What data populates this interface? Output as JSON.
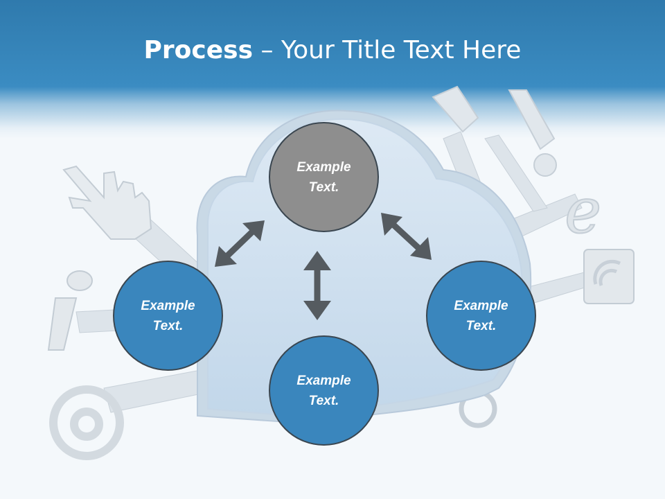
{
  "slide": {
    "title_bold": "Process",
    "title_rest": " – Your Title Text Here",
    "nodes": {
      "top": "Example Text.",
      "left": "Example Text.",
      "right": "Example Text.",
      "bottom": "Example Text."
    }
  },
  "colors": {
    "header": "#3b8cc2",
    "node_blue": "#3a86bd",
    "node_gray": "#8e8e8e",
    "arrow": "#555b60"
  },
  "icons": [
    "cloud-icon",
    "hand-cursor-icon",
    "info-icon",
    "at-sign-icon",
    "e-letter-icon",
    "wifi-sign-icon",
    "ring-icon"
  ]
}
